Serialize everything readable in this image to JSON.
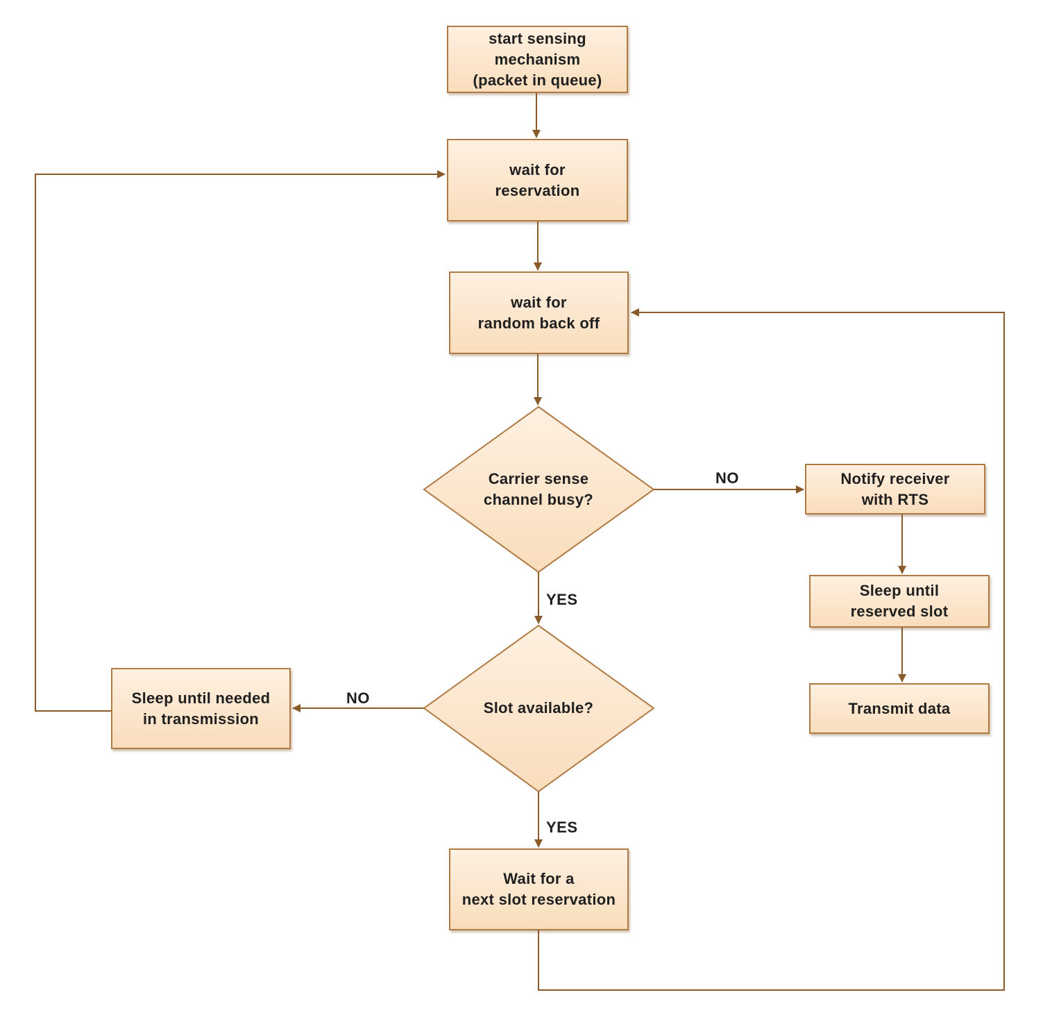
{
  "flowchart": {
    "nodes": {
      "start": "start sensing\nmechanism\n(packet in queue)",
      "wait_reservation": "wait for\nreservation",
      "wait_backoff": "wait for\nrandom back off",
      "carrier_sense": "Carrier sense\nchannel busy?",
      "slot_available": "Slot available?",
      "sleep_needed": "Sleep until needed\nin transmission",
      "notify_rts": "Notify receiver\nwith RTS",
      "sleep_reserved": "Sleep until\nreserved slot",
      "transmit": "Transmit data",
      "next_slot": "Wait for a\nnext slot reservation"
    },
    "edge_labels": {
      "carrier_no": "NO",
      "carrier_yes": "YES",
      "slot_no": "NO",
      "slot_yes": "YES"
    }
  },
  "colors": {
    "box_fill_top": "#fef0e0",
    "box_fill_bottom": "#f9ddbc",
    "box_border": "#b07a45",
    "connector": "#8a5a2b"
  }
}
